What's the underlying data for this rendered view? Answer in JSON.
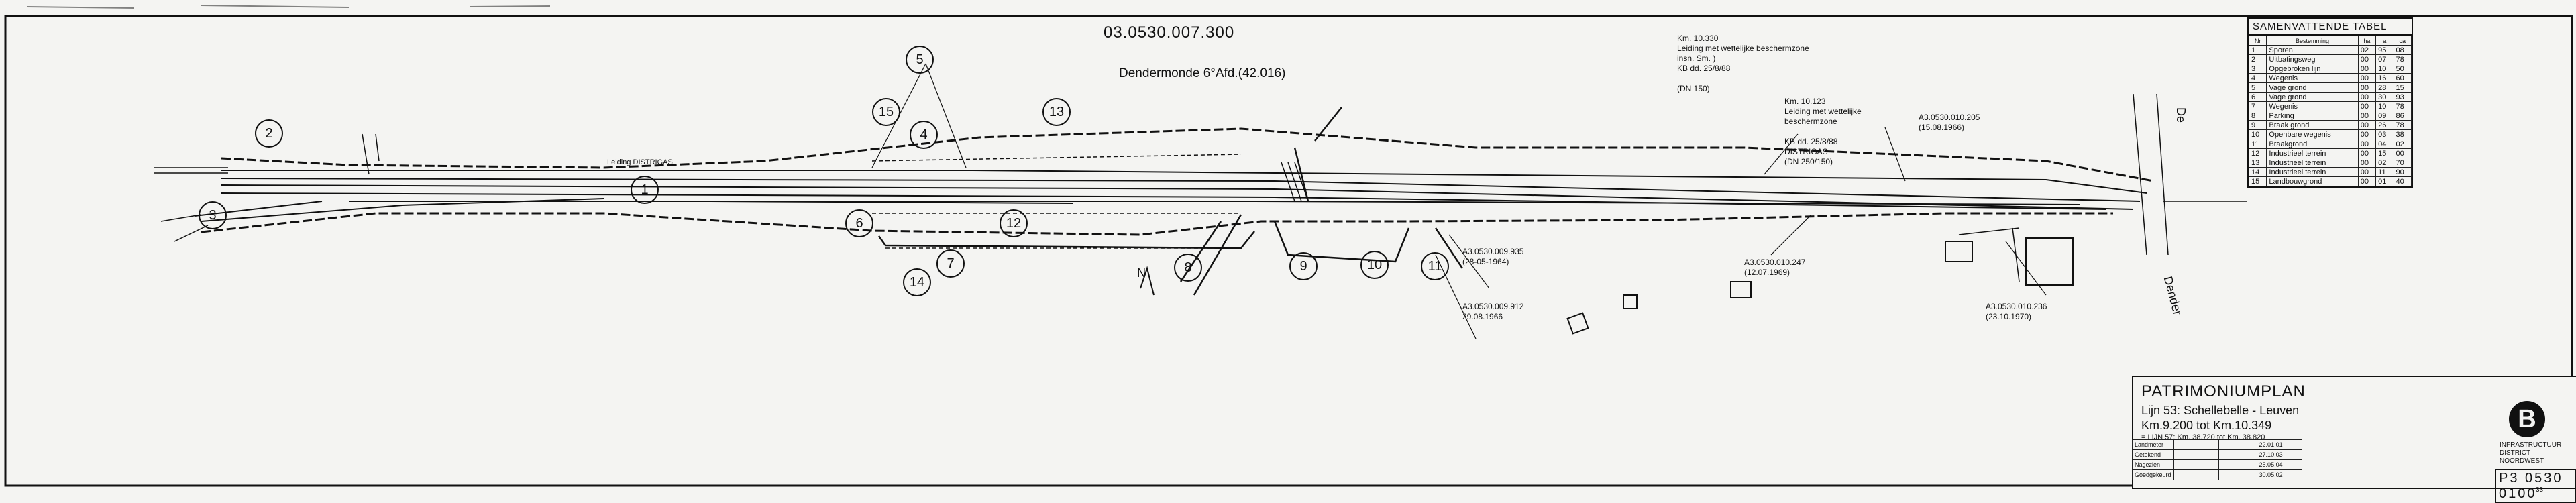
{
  "drawing": {
    "reference": "03.0530.007.300",
    "area": "Dendermonde 6°Afd.(42.016)"
  },
  "labels": [
    {
      "id": "1",
      "left": 0,
      "top": 0
    },
    {
      "id": "2"
    },
    {
      "id": "3"
    },
    {
      "id": "4"
    },
    {
      "id": "5"
    },
    {
      "id": "6"
    },
    {
      "id": "7"
    },
    {
      "id": "8"
    },
    {
      "id": "9"
    },
    {
      "id": "10"
    },
    {
      "id": "11"
    },
    {
      "id": "12"
    },
    {
      "id": "13"
    },
    {
      "id": "14"
    },
    {
      "id": "15"
    }
  ],
  "notes": {
    "km10330": "Km. 10.330\nLeiding met wettelijke beschermzone\ninsn. Sm. )\nKB dd. 25/8/88\n\n(DN 150)",
    "km10123": "Km. 10.123\nLeiding met wettelijke\nbeschermzone\n\nKB dd. 25/8/88\nDISTRIGAS\n(DN 250/150)",
    "a3_010205": "A3.0530.010.205\n(15.08.1966)",
    "a3_010247": "A3.0530.010.247\n(12.07.1969)",
    "a3_010236": "A3.0530.010.236\n(23.10.1970)",
    "a3_009935": "A3.0530.009.935\n(28-05-1964)",
    "a3_009912": "A3.0530.009.912\n29.08.1966",
    "distrigas": "Leiding DISTRIGAS",
    "dender": "Dender",
    "dender_top": "De",
    "noord": "N"
  },
  "summary": {
    "title": "SAMENVATTENDE TABEL",
    "columns": [
      "Nr",
      "Bestemming",
      "ha",
      "a",
      "ca"
    ],
    "rows": [
      {
        "nr": "1",
        "name": "Sporen",
        "ha": "02",
        "a": "95",
        "ca": "08"
      },
      {
        "nr": "2",
        "name": "Uitbatingsweg",
        "ha": "00",
        "a": "07",
        "ca": "78"
      },
      {
        "nr": "3",
        "name": "Opgebroken lijn",
        "ha": "00",
        "a": "10",
        "ca": "50"
      },
      {
        "nr": "4",
        "name": "Wegenis",
        "ha": "00",
        "a": "16",
        "ca": "60"
      },
      {
        "nr": "5",
        "name": "Vage grond",
        "ha": "00",
        "a": "28",
        "ca": "15"
      },
      {
        "nr": "6",
        "name": "Vage grond",
        "ha": "00",
        "a": "30",
        "ca": "93"
      },
      {
        "nr": "7",
        "name": "Wegenis",
        "ha": "00",
        "a": "10",
        "ca": "78"
      },
      {
        "nr": "8",
        "name": "Parking",
        "ha": "00",
        "a": "09",
        "ca": "86"
      },
      {
        "nr": "9",
        "name": "Braak grond",
        "ha": "00",
        "a": "26",
        "ca": "78"
      },
      {
        "nr": "10",
        "name": "Openbare wegenis",
        "ha": "00",
        "a": "03",
        "ca": "38"
      },
      {
        "nr": "11",
        "name": "Braakgrond",
        "ha": "00",
        "a": "04",
        "ca": "02"
      },
      {
        "nr": "12",
        "name": "Industrieel terrein",
        "ha": "00",
        "a": "15",
        "ca": "00"
      },
      {
        "nr": "13",
        "name": "Industrieel terrein",
        "ha": "00",
        "a": "02",
        "ca": "70"
      },
      {
        "nr": "14",
        "name": "Industrieel terrein",
        "ha": "00",
        "a": "11",
        "ca": "90"
      },
      {
        "nr": "15",
        "name": "Landbouwgrond",
        "ha": "00",
        "a": "01",
        "ca": "40"
      }
    ]
  },
  "titleblock": {
    "name": "PATRIMONIUMPLAN",
    "line": "Lijn 53: Schellebelle - Leuven",
    "km": "Km.9.200 tot Km.10.349",
    "km_small": "= LIJN 57: Km. 38.720 tot Km. 38.820",
    "operator1": "INFRASTRUCTUUR",
    "operator2": "DISTRICT NOORDWEST",
    "number": "P3 0530 0100",
    "dates": [
      "22.01.01",
      "27.10.03",
      "25.05.04",
      "30.05.02"
    ],
    "sheet": "33",
    "roles": [
      "Landmeter",
      "Getekend",
      "Nagezien",
      "Goedgekeurd"
    ]
  },
  "colors": {
    "ink": "#111111",
    "paper": "#f4f4f2"
  }
}
